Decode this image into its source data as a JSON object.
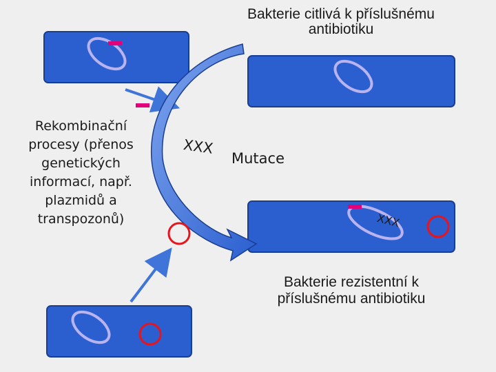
{
  "top_caption": "Bakterie citlivá k příslušnému antibiotiku",
  "top_caption_line1": "Bakterie citlivá k příslušnému",
  "top_caption_line2": "antibiotiku",
  "bottom_caption_line1": "Bakterie rezistentní k",
  "bottom_caption_line2": "příslušnému antibiotiku",
  "process_label": {
    "lines": [
      "Rekombinační",
      "procesy (přenos",
      "genetických",
      "informací, např.",
      "plazmidů a",
      "transpozonů)"
    ]
  },
  "mutation_label": "Mutace",
  "mutation_marker": "XXX",
  "mutation_marker_small": "XXX",
  "colors": {
    "background": "#efefef",
    "bacterium_fill": "#2b5fd0",
    "bacterium_stroke": "#1a3e8f",
    "plasmid_sensitive": "#b9b4f0",
    "plasmid_resistant": "#e8141c",
    "minus_sign": "#e3007b",
    "arrow_blue": "#3f74d8"
  }
}
